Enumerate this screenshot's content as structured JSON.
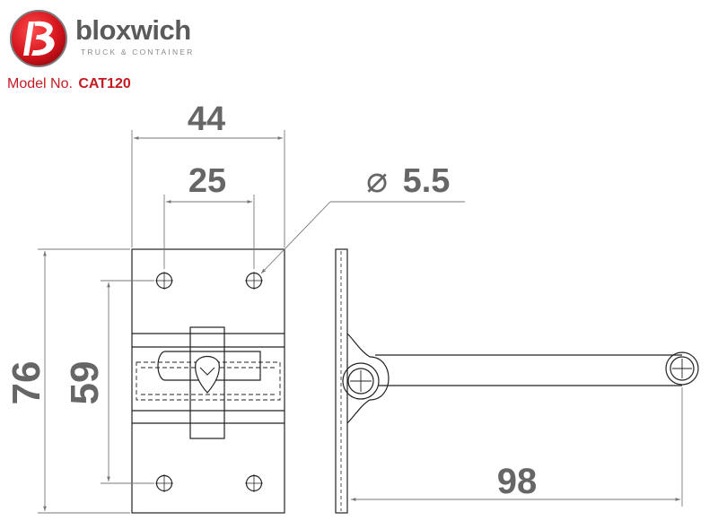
{
  "brand": {
    "name": "bloxwich",
    "tagline": "TRUCK & CONTAINER",
    "badge_icon": "bloxwich-b-badge-icon",
    "badge_color": "#d0121b"
  },
  "model": {
    "label": "Model No.",
    "value": "CAT120",
    "color": "#c41a22"
  },
  "dimensions": {
    "plate_width": "44",
    "hole_spacing_horizontal": "25",
    "hole_diameter": "5.5",
    "hole_diameter_symbol": "⌀",
    "plate_height": "76",
    "hole_spacing_vertical": "59",
    "bar_length": "98"
  },
  "colors": {
    "line": "#222222",
    "dimension_text": "#666666",
    "dimension_line": "#777777"
  }
}
